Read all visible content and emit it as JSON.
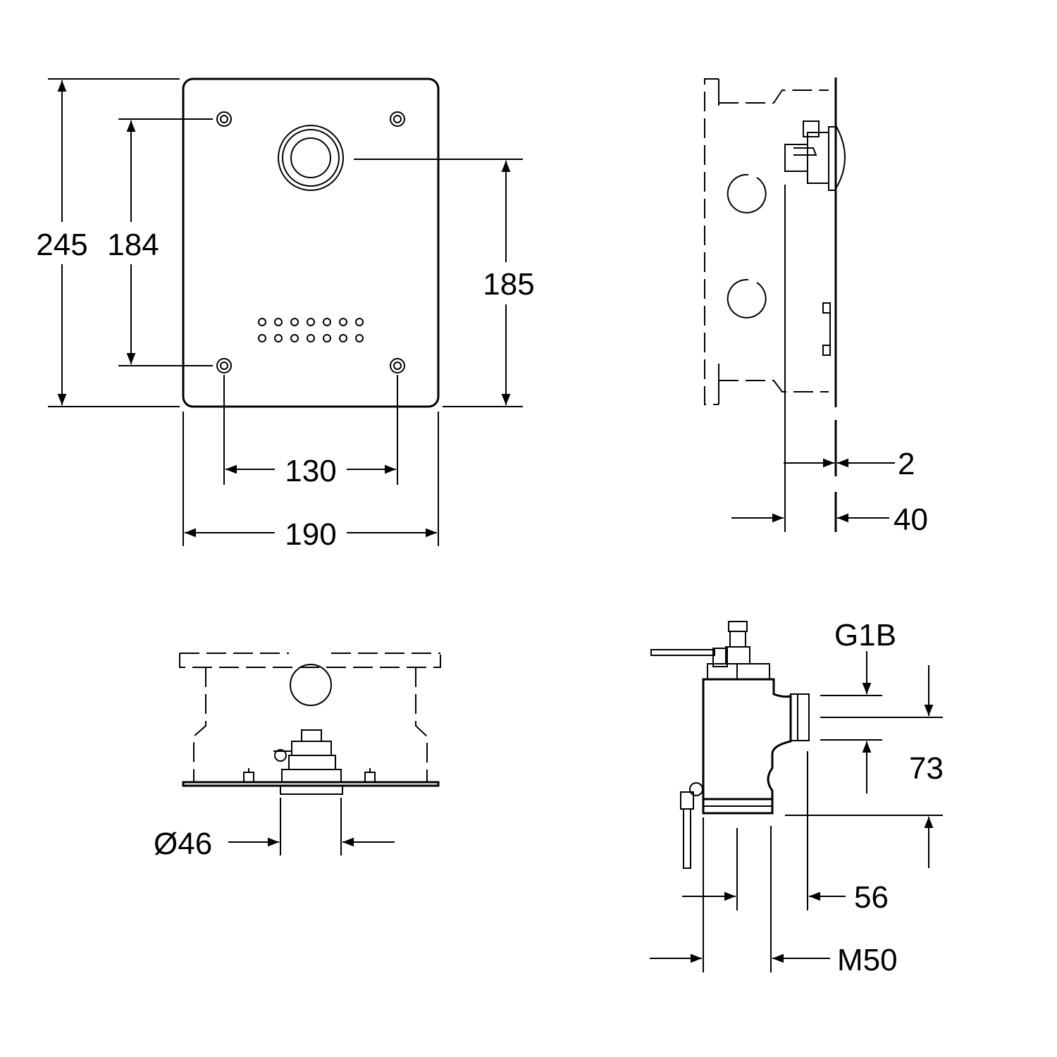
{
  "dimensions": {
    "front_height_total": "245",
    "front_hole_vertical": "184",
    "front_button_to_bottom": "185",
    "front_hole_horizontal": "130",
    "front_width_total": "190",
    "side_plate_thickness": "2",
    "side_depth": "40",
    "bottom_button_diameter": "Ø46",
    "valve_inlet_thread": "G1B",
    "valve_height": "73",
    "valve_width": "56",
    "valve_outlet_thread": "M50"
  }
}
